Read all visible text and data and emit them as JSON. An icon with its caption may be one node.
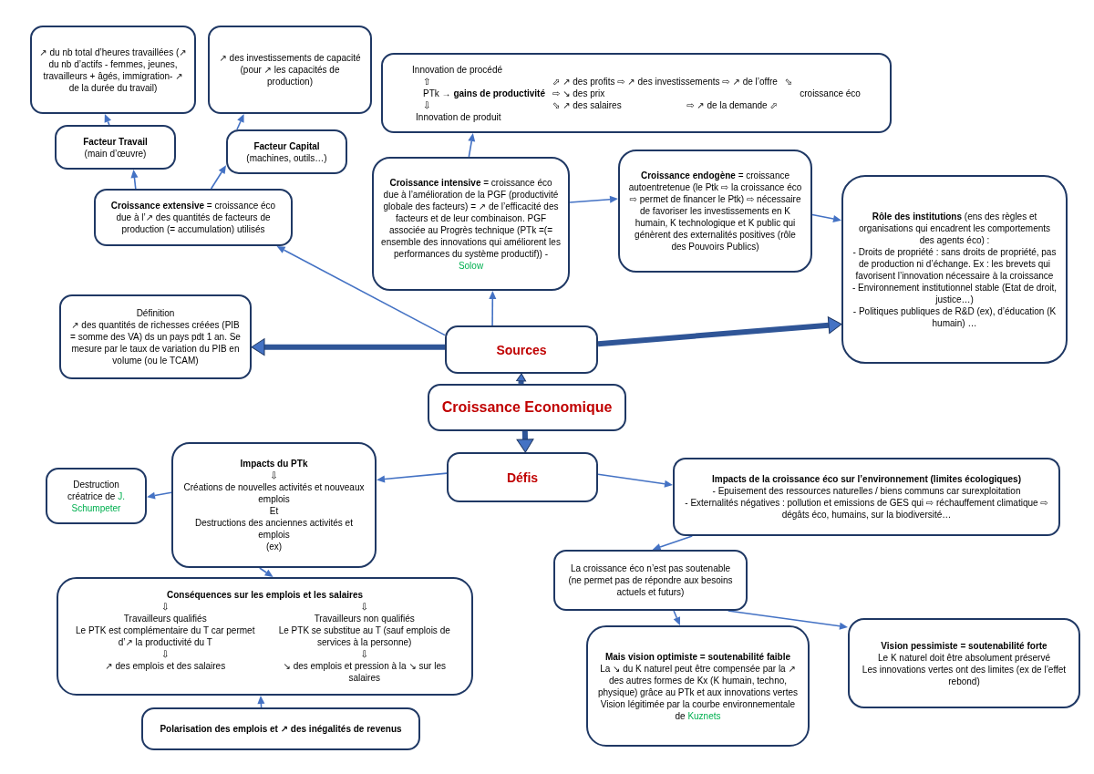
{
  "diagram": {
    "nodes": [
      {
        "text": [
          "↗ du nb total d’heures travaillées (↗ du nb d’actifs - femmes, jeunes, travailleurs + âgés, immigration- ↗ de la durée du travail)"
        ]
      },
      {
        "text": [
          "↗ des investissements de capacité (pour ↗ les capacités de production)"
        ]
      },
      {
        "text": [
          "Innovation de procédé",
          "⇧",
          "⬀ ↗ des profits ⇨ ↗ des investissements ⇨ ↗ de l’offre",
          "⬂",
          "PTk → **gains de productivité**",
          "⇨ ↘ des prix",
          "croissance éco",
          "⇩",
          "⬂ ↗ des salaires",
          "⇨ ↗ de la demande ⬀",
          "Innovation de produit"
        ]
      },
      {
        "text": [
          "Facteur Travail",
          "(main d’œuvre)"
        ]
      },
      {
        "text": [
          "Facteur Capital",
          "(machines, outils…)"
        ]
      },
      {
        "text": [
          "**Croissance extensive** = croissance éco due à l’↗ des quantités de facteurs de production (= accumulation) utilisés"
        ]
      },
      {
        "text": [
          "**Croissance intensive** = croissance éco due à l’amélioration de la PGF (productivité globale des facteurs) = ↗ de l’efficacité des facteurs et de leur combinaison. PGF associée au Progrès technique (PTk =(= ensemble des innovations qui améliorent les performances du système productif)) -",
          "Solow"
        ]
      },
      {
        "text": [
          "**Croissance endogène** = croissance autoentretenue (le Ptk ⇨ la croissance éco ⇨ permet de financer le Ptk) ⇨ nécessaire de favoriser les investissements en K humain, K technologique et K public qui génèrent des externalités positives (rôle des Pouvoirs Publics)"
        ]
      },
      {
        "text": [
          "**Rôle des institutions** (ens des règles et organisations qui encadrent les comportements des agents éco) :",
          "- Droits de propriété : sans droits de propriété, pas de production ni d’échange. Ex : les brevets qui favorisent l’innovation nécessaire à la croissance",
          "- Environnement institutionnel stable (Etat de droit, justice…)",
          "- Politiques publiques de R&D (ex), d’éducation (K humain) …"
        ]
      },
      {
        "text": [
          "Définition",
          "↗ des quantités de richesses créées (PIB = somme des VA) ds un pays pdt 1 an. Se mesure par le taux de variation du PIB en volume (ou le TCAM)"
        ]
      },
      {
        "text": [
          "Sources"
        ]
      },
      {
        "text": [
          "Croissance Economique"
        ]
      },
      {
        "text": [
          "Défis"
        ]
      },
      {
        "text": [
          "Impacts du PTk",
          "⇩",
          "Créations de nouvelles activités et nouveaux emplois",
          "Et",
          "Destructions des anciennes activités et emplois",
          "(ex)"
        ]
      },
      {
        "text": [
          "Destruction créatrice de",
          "J. Schumpeter"
        ]
      },
      {
        "text": [
          "Conséquences sur les emplois et les salaires",
          "⇩",
          "Travailleurs qualifiés",
          "Le PTK est complémentaire du T car permet d’↗ la productivité du T",
          "⇩",
          "↗ des emplois et des salaires",
          "⇩",
          "Travailleurs non qualifiés",
          "Le PTK se substitue au T (sauf emplois de services à la personne)",
          "⇩",
          "↘ des emplois et pression à la ↘ sur les salaires"
        ]
      },
      {
        "text": [
          "Polarisation des emplois et ↗ des inégalités de revenus"
        ]
      },
      {
        "text": [
          "Impacts de la croissance éco sur l’environnement (limites écologiques)",
          "- Epuisement des ressources naturelles / biens communs car surexploitation",
          "- Externalités négatives : pollution et emissions de GES qui ⇨ réchauffement climatique ⇨ dégâts éco, humains, sur la biodiversité…"
        ]
      },
      {
        "text": [
          "La croissance éco n’est pas soutenable",
          "(ne permet pas de répondre aux besoins actuels et futurs)"
        ]
      },
      {
        "text": [
          "Mais vision optimiste = soutenabilité faible",
          "La ↘ du K naturel peut être compensée par la ↗ des autres formes de Kx (K humain, techno, physique) grâce au PTk et aux innovations vertes",
          "Vision légitimée par la courbe environnementale de",
          "Kuznets"
        ]
      },
      {
        "text": [
          "Vision pessimiste = soutenabilité forte",
          "Le K naturel doit être absolument préservé",
          "Les innovations vertes ont des limites (ex de l’effet rebond)"
        ]
      }
    ],
    "edges": [
      {
        "from": 3,
        "to": 0,
        "arrow": "to"
      },
      {
        "from": 4,
        "to": 1,
        "arrow": "to"
      },
      {
        "from": 5,
        "to": 3,
        "arrow": "to"
      },
      {
        "from": 5,
        "to": 4,
        "arrow": "to"
      },
      {
        "from": 10,
        "to": 5,
        "arrow": "to"
      },
      {
        "from": 10,
        "to": 6,
        "arrow": "to"
      },
      {
        "from": 6,
        "to": 2,
        "arrow": "to"
      },
      {
        "from": 6,
        "to": 7,
        "arrow": "to"
      },
      {
        "from": 7,
        "to": 8,
        "arrow": "to"
      },
      {
        "from": 10,
        "to": 9,
        "arrow": "to",
        "style": "thick",
        "color": "#2f5597"
      },
      {
        "from": 10,
        "to": 8,
        "arrow": "to",
        "style": "thick",
        "color": "#2f5597"
      },
      {
        "from": 11,
        "to": 10,
        "arrow": "to",
        "style": "thick",
        "color": "#2f5597"
      },
      {
        "from": 11,
        "to": 12,
        "arrow": "to",
        "style": "thick",
        "color": "#2f5597"
      },
      {
        "from": 12,
        "to": 13,
        "arrow": "to"
      },
      {
        "from": 13,
        "to": 14,
        "arrow": "to"
      },
      {
        "from": 13,
        "to": 15,
        "arrow": "to"
      },
      {
        "from": 16,
        "to": 15,
        "arrow": "to"
      },
      {
        "from": 12,
        "to": 17,
        "arrow": "to"
      },
      {
        "from": 17,
        "to": 18,
        "arrow": "to"
      },
      {
        "from": 18,
        "to": 19,
        "arrow": "to"
      },
      {
        "from": 18,
        "to": 20,
        "arrow": "to"
      }
    ]
  }
}
